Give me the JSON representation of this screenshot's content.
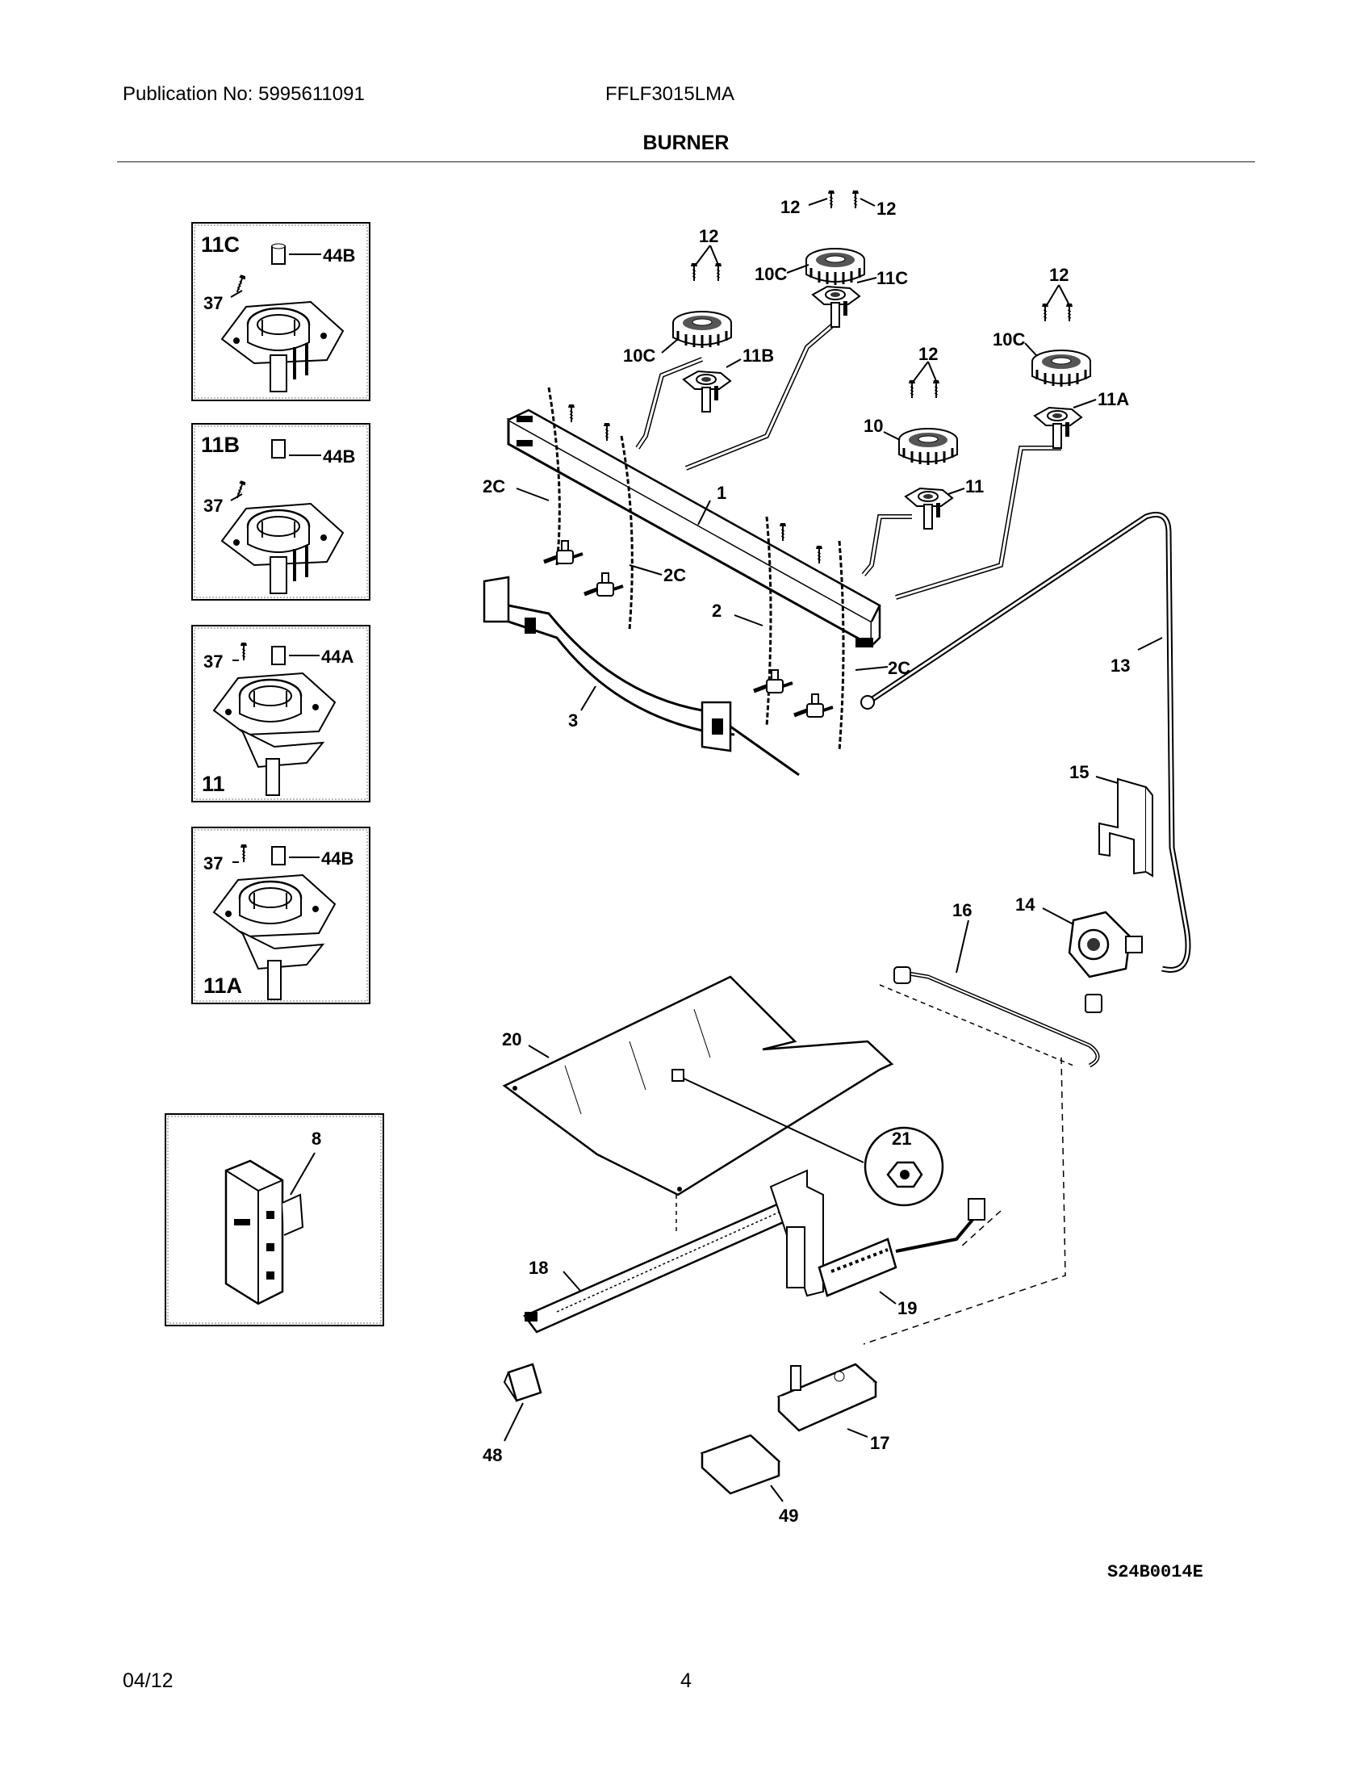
{
  "header": {
    "publication": "Publication No: 5995611091",
    "model": "FFLF3015LMA",
    "title": "BURNER"
  },
  "diagram": {
    "insets": [
      {
        "id": "11C",
        "labels": [
          "44B",
          "37"
        ]
      },
      {
        "id": "11B",
        "labels": [
          "44B",
          "37"
        ]
      },
      {
        "id": "11",
        "labels": [
          "37",
          "44A"
        ]
      },
      {
        "id": "11A",
        "labels": [
          "37",
          "44B"
        ]
      },
      {
        "id": "8"
      }
    ],
    "callouts": {
      "c12a": "12",
      "c12b": "12",
      "c12c": "12",
      "c12d": "12",
      "c12e": "12",
      "c10Ca": "10C",
      "c10Cb": "10C",
      "c10Cc": "10C",
      "c10": "10",
      "c11C": "11C",
      "c11B": "11B",
      "c11A": "11A",
      "c11": "11",
      "c1": "1",
      "c2": "2",
      "c2Ca": "2C",
      "c2Cb": "2C",
      "c2Cc": "2C",
      "c3": "3",
      "c13": "13",
      "c14": "14",
      "c15": "15",
      "c16": "16",
      "c17": "17",
      "c18": "18",
      "c19": "19",
      "c20": "20",
      "c21": "21",
      "c48": "48",
      "c49": "49"
    },
    "drawing_code": "S24B0014E"
  },
  "footer": {
    "date": "04/12",
    "page": "4"
  }
}
